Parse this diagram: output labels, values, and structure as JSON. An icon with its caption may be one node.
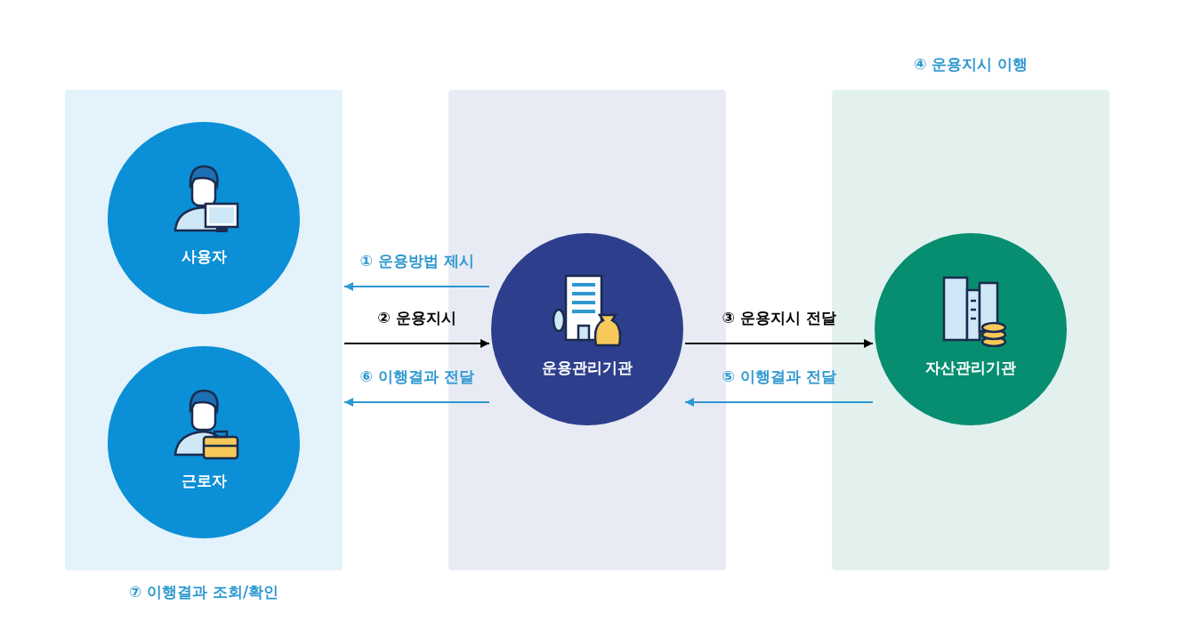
{
  "diagram": {
    "nodes": [
      {
        "text": [
          "⑦ 이행결과 조회/확인"
        ]
      },
      {
        "text": [
          "사용자"
        ],
        "in": 0
      },
      {
        "text": [
          "근로자"
        ],
        "in": 0
      },
      {
        "text": [],
        "shape": "box"
      },
      {
        "text": [
          "운용관리기관"
        ],
        "in": 3
      },
      {
        "text": [
          "④ 운용지시 이행"
        ]
      },
      {
        "text": [
          "자산관리기관"
        ],
        "in": 5
      }
    ],
    "edges": [
      {
        "from": 4,
        "to": 0,
        "arrow": "to",
        "label": "① 운용방법 제시"
      },
      {
        "from": 0,
        "to": 4,
        "arrow": "to",
        "label": "② 운용지시",
        "color": "#000000"
      },
      {
        "from": 4,
        "to": 6,
        "arrow": "to",
        "label": "③ 운용지시 전달",
        "color": "#000000"
      },
      {
        "from": 6,
        "to": 4,
        "arrow": "to",
        "label": "⑤ 이행결과 전달"
      },
      {
        "from": 4,
        "to": 0,
        "arrow": "to",
        "label": "⑥ 이행결과 전달"
      }
    ]
  }
}
